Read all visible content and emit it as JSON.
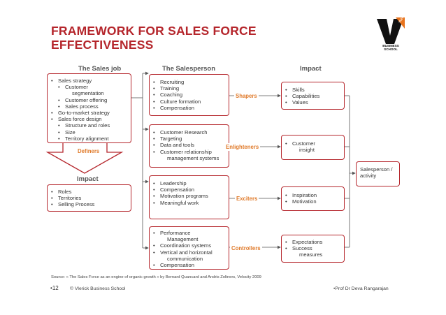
{
  "title": "FRAMEWORK FOR SALES FORCE EFFECTIVENESS",
  "logo": {
    "lines": [
      "BUSINESS",
      "SCHOOL"
    ],
    "letter": "V",
    "badge": "VLERICK"
  },
  "headers": {
    "sales_job": "The Sales job",
    "salesperson": "The Salesperson",
    "impact_right": "Impact",
    "impact_left": "Impact"
  },
  "sales_job_items": [
    {
      "text": "Sales strategy",
      "level": 0
    },
    {
      "text": "Customer",
      "level": 1
    },
    {
      "text": "segmentation",
      "level": 1,
      "cont": true
    },
    {
      "text": "Customer offering",
      "level": 1
    },
    {
      "text": "Sales process",
      "level": 1
    },
    {
      "text": "Go-to-market strategy",
      "level": 0
    },
    {
      "text": "Sales force design",
      "level": 0
    },
    {
      "text": "Structure and roles",
      "level": 1
    },
    {
      "text": "Size",
      "level": 1
    },
    {
      "text": "Territory alignment",
      "level": 1
    }
  ],
  "definers": "Definers",
  "impact_left_items": [
    "Roles",
    "Territories",
    "Selling Process"
  ],
  "rows": [
    {
      "salesperson": [
        {
          "t": "Recruiting"
        },
        {
          "t": "Training"
        },
        {
          "t": "Coaching"
        },
        {
          "t": "Culture formation"
        },
        {
          "t": "Compensation"
        }
      ],
      "driver": "Shapers",
      "impact": [
        {
          "t": "Skills"
        },
        {
          "t": "Capabilities"
        },
        {
          "t": "Values"
        }
      ]
    },
    {
      "salesperson": [
        {
          "t": "Customer Research"
        },
        {
          "t": "Targeting"
        },
        {
          "t": "Data and tools"
        },
        {
          "t": "Customer relationship"
        },
        {
          "t": "management systems",
          "c": true
        }
      ],
      "driver": "Enlighteners",
      "impact": [
        {
          "t": "Customer"
        },
        {
          "t": "insight",
          "c": true
        }
      ]
    },
    {
      "salesperson": [
        {
          "t": "Leadership"
        },
        {
          "t": "Compensation"
        },
        {
          "t": "Motivation programs"
        },
        {
          "t": "Meaningful work"
        }
      ],
      "driver": "Exciters",
      "impact": [
        {
          "t": "Inspiration"
        },
        {
          "t": "Motivation"
        }
      ]
    },
    {
      "salesperson": [
        {
          "t": "Performance"
        },
        {
          "t": "Management",
          "c": true
        },
        {
          "t": "Coordination systems"
        },
        {
          "t": "Vertical and horizontal"
        },
        {
          "t": "communication",
          "c": true
        },
        {
          "t": "Compensation"
        }
      ],
      "driver": "Controllers",
      "impact": [
        {
          "t": "Expectations"
        },
        {
          "t": "Success"
        },
        {
          "t": "measures",
          "c": true
        }
      ]
    }
  ],
  "outcome": "Salesperson / activity",
  "source": "Source: « The Sales Force as an engine of organic growth » by Bernard Quancard and Andris Zoltners, Velocity 2009",
  "page_number": "12",
  "copyright": "© Vlerick Business School",
  "author": "Prof Dr Deva Rangarajan"
}
